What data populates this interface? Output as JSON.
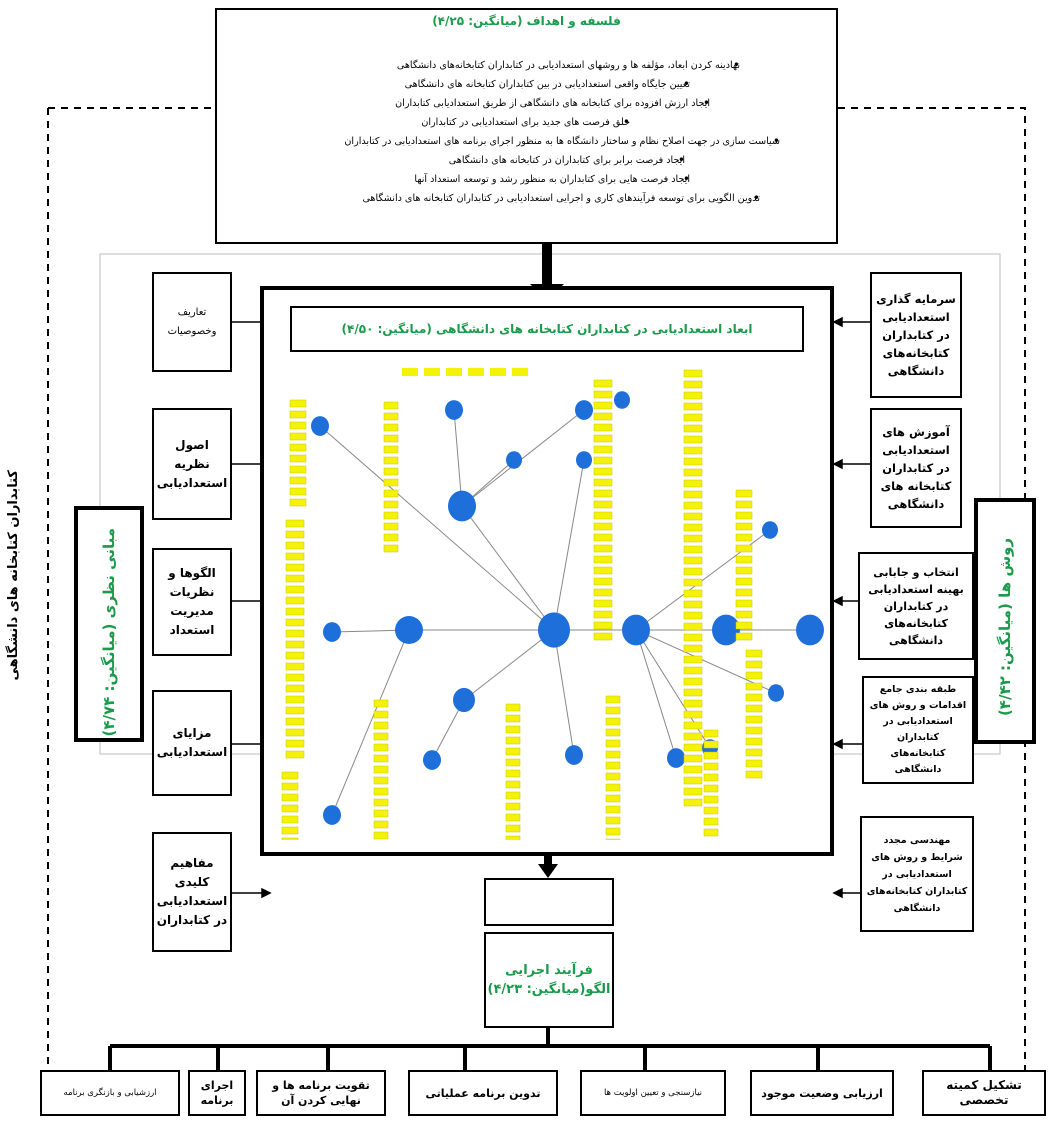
{
  "philosophy": {
    "title": "فلسفه و اهداف (میانگین: ۴/۲۵)",
    "items": [
      "نهادینه کردن ابعاد، مؤلفه ها و روشهای استعدادیابی در کتابداران کتابخانه‌های دانشگاهی",
      "تعیین جایگاه واقعی استعدادیابی در بین کتابداران کتابخانه های دانشگاهی",
      "ایجاد ارزش افزوده برای کتابخانه های دانشگاهی از طریق استعدادیابی کتابداران",
      "خلق فرصت های جدید برای استعدادیابی در کتابداران",
      "سیاست سازی در جهت اصلاح نظام و ساختار دانشگاه ها به منظور اجرای برنامه های استعدادیابی در کتابداران",
      "ایجاد فرصت برابر برای کتابداران در کتابخانه های دانشگاهی",
      "ایجاد فرصت هایی برای کتابداران به منظور رشد و توسعه استعداد آنها",
      "تدوین الگویی برای توسعه فرآیندهای کاری و اجرایی استعدادیابی در کتابداران کتابخانه های دانشگاهی"
    ]
  },
  "center": {
    "title": "ابعاد استعدادیابی در کتابداران کتابخانه های دانشگاهی (میانگین: ۴/۵۰)"
  },
  "left_panel": {
    "label": "مبانی نظری (میانگین: ۴/۷۴)",
    "items": [
      "تعاریف وخصوصیات",
      "اصول نظریه استعدادیابی",
      "الگوها و نظریات مدیریت استعداد",
      "مزایای استعدادیابی",
      "مفاهیم کلیدی استعدادیابی در کتابداران"
    ]
  },
  "right_panel": {
    "label": "روش ها (میانگین: ۴/۴۲)",
    "items": [
      "سرمایه گذاری استعدادیابی در کتابداران کتابخانه‌های دانشگاهی",
      "آموزش های استعدادیابی در کتابداران کتابخانه های دانشگاهی",
      "انتخاب و جابابی بهینه استعدادیابی در کتابداران کتابخانه‌های دانشگاهی",
      "طبقه بندی جامع اقدامات و روش های استعدادیابی در کتابداران کتابخانه‌های دانشگاهی",
      "مهندسی مجدد شرایط و روش های استعدادیابی در کتابداران کتابخانه‌های دانشگاهی"
    ]
  },
  "outer_label": "کتابداران کتابخانه های دانشگاهی",
  "process": {
    "title_line1": "فرآیند اجرایی",
    "title_line2": "الگو(میانگین: ۴/۲۳)"
  },
  "bottom_steps": [
    "تشکیل کمیته تخصصی",
    "ارزیابی وضعیت موجود",
    "نیازسنجی و تعیین اولویت ها",
    "تدوین برنامه عملیاتی",
    "تقویت برنامه ها و نهایی کردن آن",
    "اجرای برنامه",
    "ارزشیابی و بازنگری برنامه"
  ],
  "colors": {
    "accent_green": "#1a9a4a",
    "node_blue": "#1e6fd9",
    "indicator_yellow": "#f5f20a"
  }
}
